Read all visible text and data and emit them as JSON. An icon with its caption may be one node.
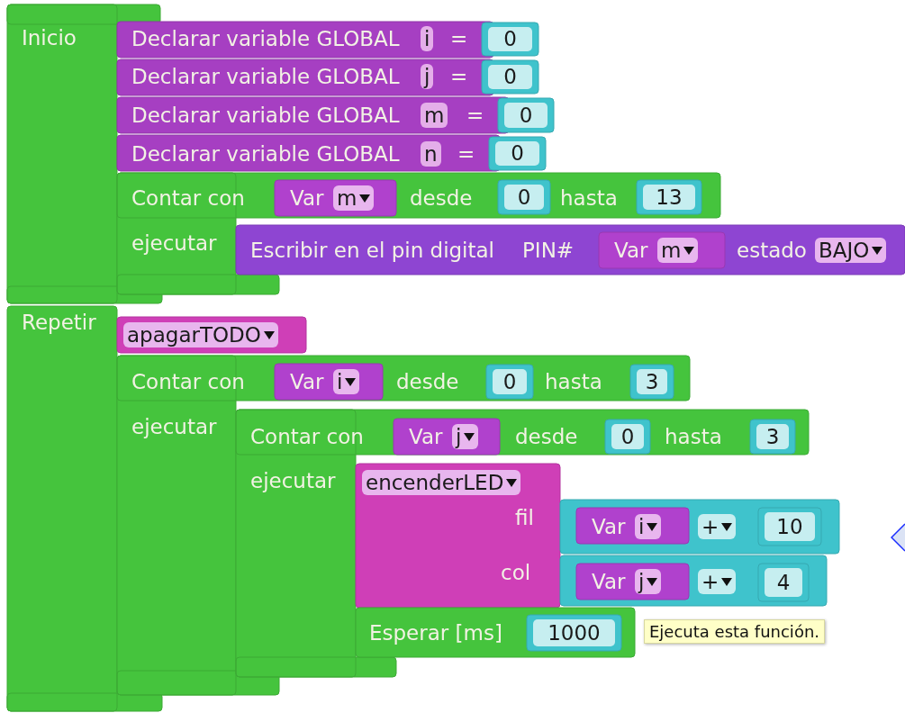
{
  "diagram": {
    "nodes": [
      {
        "text": [
          "Inicio"
        ]
      },
      {
        "text": [
          "Declarar variable GLOBAL",
          "i",
          "="
        ]
      },
      {
        "text": [
          "0"
        ]
      },
      {
        "text": [
          "Declarar variable GLOBAL",
          "j",
          "="
        ]
      },
      {
        "text": [
          "0"
        ]
      },
      {
        "text": [
          "Declarar variable GLOBAL",
          "m",
          "="
        ]
      },
      {
        "text": [
          "0"
        ]
      },
      {
        "text": [
          "Declarar variable GLOBAL",
          "n",
          "="
        ]
      },
      {
        "text": [
          "0"
        ]
      },
      {
        "text": [
          "Contar con",
          "desde",
          "hasta",
          "ejecutar"
        ]
      },
      {
        "text": [
          "Var",
          "m"
        ],
        "in": 9
      },
      {
        "text": [
          "0"
        ],
        "in": 9
      },
      {
        "text": [
          "13"
        ],
        "in": 9
      },
      {
        "text": [
          "Escribir en el pin digital",
          "PIN#",
          "estado",
          "BAJO"
        ]
      },
      {
        "text": [
          "Var",
          "m"
        ]
      },
      {
        "text": [
          "Repetir"
        ]
      },
      {
        "text": [
          "apagarTODO"
        ]
      },
      {
        "text": [
          "Contar con",
          "desde",
          "hasta",
          "ejecutar"
        ]
      },
      {
        "text": [
          "Var",
          "i"
        ],
        "in": 17
      },
      {
        "text": [
          "0"
        ],
        "in": 17
      },
      {
        "text": [
          "3"
        ],
        "in": 17
      },
      {
        "text": [
          "Contar con",
          "desde",
          "hasta",
          "ejecutar"
        ]
      },
      {
        "text": [
          "Var",
          "j"
        ]
      },
      {
        "text": [
          "0"
        ]
      },
      {
        "text": [
          "3"
        ],
        "in": 21
      },
      {
        "text": [
          "encenderLED",
          "fil",
          "col"
        ]
      },
      {
        "text": [
          "+"
        ]
      },
      {
        "text": [
          "Var",
          "i"
        ]
      },
      {
        "text": [
          "10"
        ],
        "in": 26
      },
      {
        "text": [
          "+"
        ]
      },
      {
        "text": [
          "Var",
          "j"
        ]
      },
      {
        "text": [
          "4"
        ],
        "in": 29
      },
      {
        "text": [
          "Esperar [ms]"
        ]
      },
      {
        "text": [
          "1000"
        ],
        "in": 32
      }
    ],
    "labels": [
      "Ejecuta esta función."
    ]
  }
}
